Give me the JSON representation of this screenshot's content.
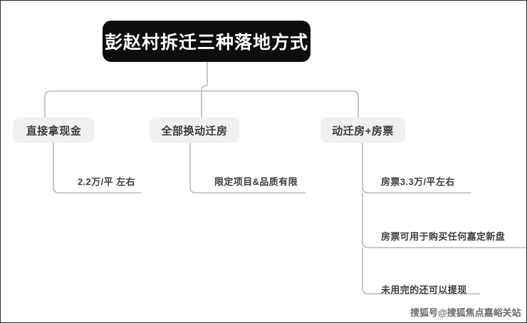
{
  "diagram": {
    "type": "mindmap",
    "title_node": {
      "label": "彭赵村拆迁三种落地方式",
      "bg_color": "#0d0d0d",
      "text_color": "#ffffff"
    },
    "branch_bg_color": "#f0f0f0",
    "branch_text_color": "#3b3b3b",
    "connector_color": "#b8b8b8",
    "branches": [
      {
        "label": "直接拿现金",
        "leaves": [
          {
            "label": "2.2万/平 左右"
          }
        ]
      },
      {
        "label": "全部换动迁房",
        "leaves": [
          {
            "label": "限定项目&品质有限"
          }
        ]
      },
      {
        "label": "动迁房+房票",
        "leaves": [
          {
            "label": "房票3.3万/平左右"
          },
          {
            "label": "房票可用于购买任何嘉定新盘"
          },
          {
            "label": "未用完的还可以提现"
          }
        ]
      }
    ]
  },
  "watermark": {
    "text": "搜狐号@搜狐焦点嘉峪关站"
  }
}
